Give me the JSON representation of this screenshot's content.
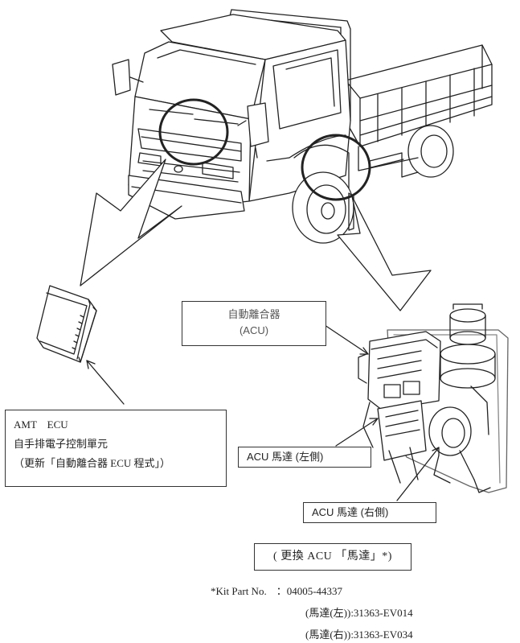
{
  "labels": {
    "acu_title": "自動離合器",
    "acu_sub": "(ACU)",
    "ecu_line1": "AMT　ECU",
    "ecu_line2": "自手排電子控制單元",
    "ecu_line3": "（更新「自動離合器 ECU 程式」）",
    "motor_left": "ACU 馬達 (左側)",
    "motor_right": "ACU 馬達 (右側)",
    "replace": "( 更換 ACU 「馬達」*)",
    "kit_label": "*Kit Part No.",
    "kit_value": "：04005-44337",
    "kit_left": "(馬達(左)):31363-EV014",
    "kit_right": "(馬達(右)):31363-EV034"
  },
  "icons": {
    "truck": "truck-illustration",
    "ecu": "ecu-module-icon",
    "acu": "acu-assembly-icon"
  },
  "colors": {
    "line": "#222222",
    "box_border": "#333333"
  }
}
